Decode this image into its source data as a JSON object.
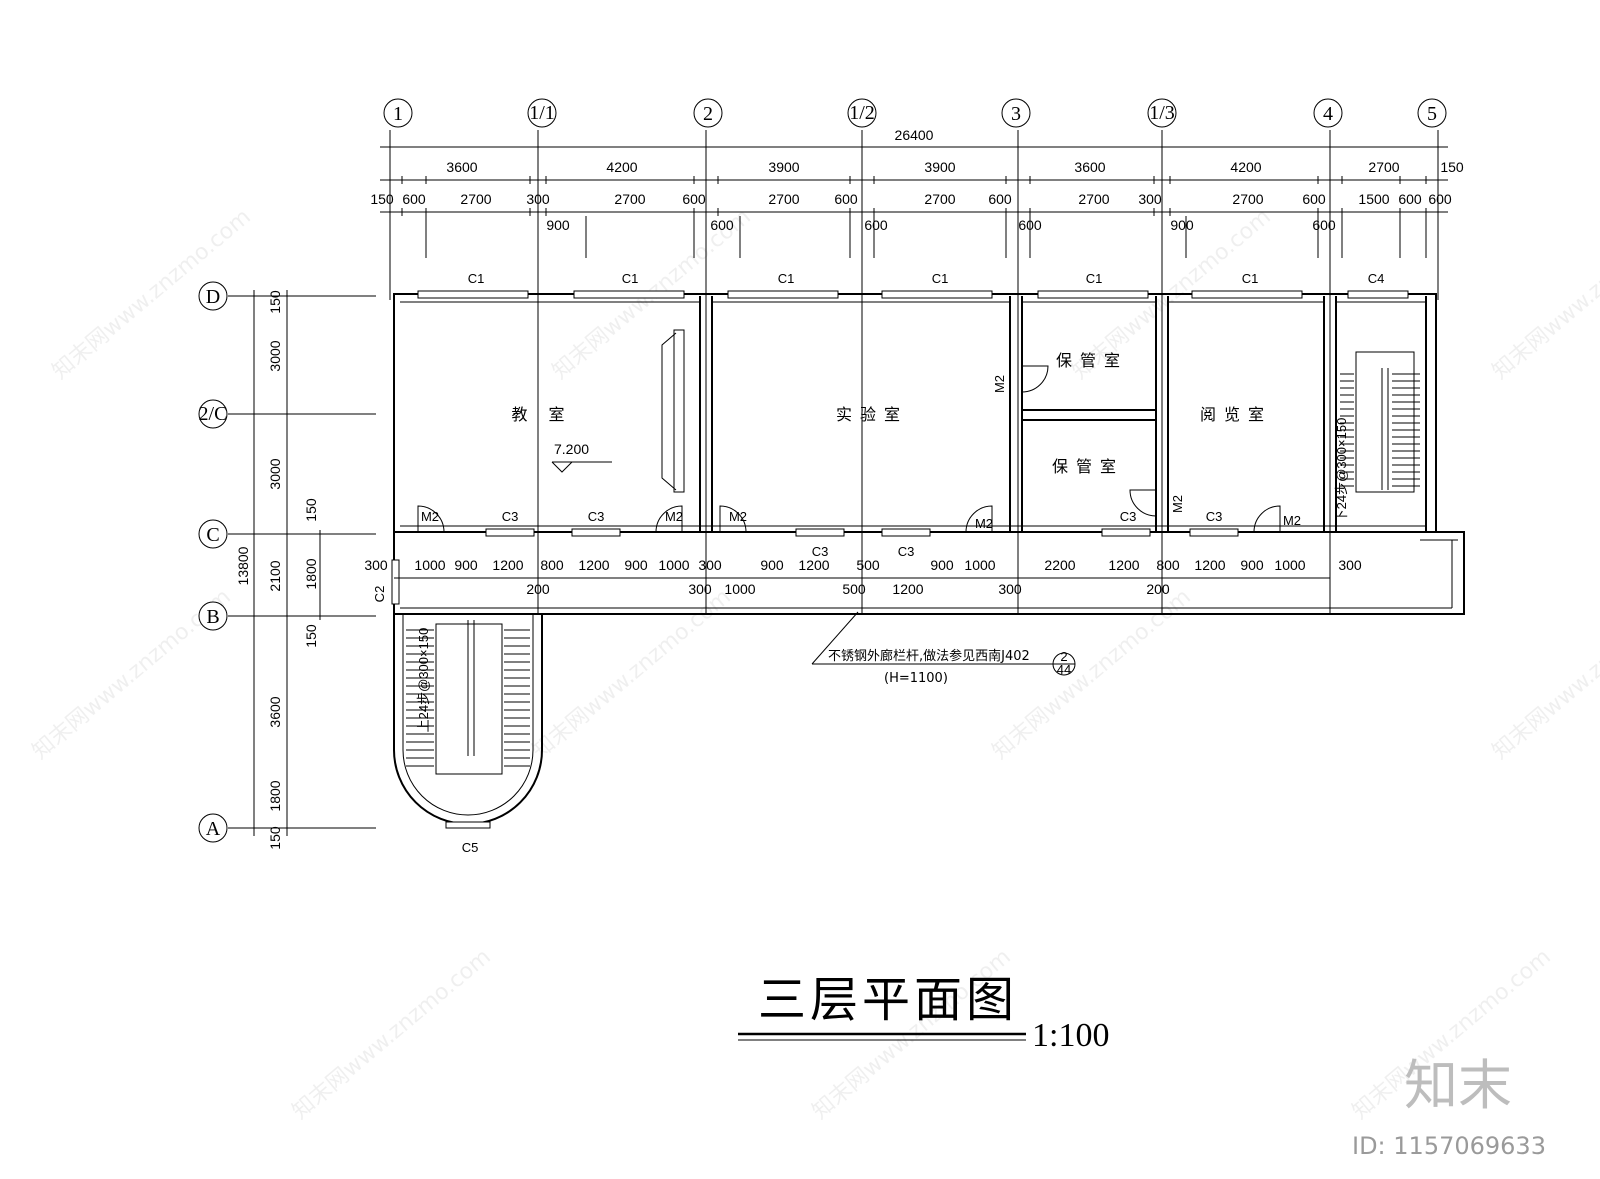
{
  "axes": {
    "horizontal": [
      "1",
      "1/1",
      "2",
      "1/2",
      "3",
      "1/3",
      "4",
      "5"
    ],
    "vertical": [
      "D",
      "2/C",
      "C",
      "B",
      "A"
    ]
  },
  "dims_top": {
    "total": "26400",
    "row1": [
      "3600",
      "4200",
      "3900",
      "3900",
      "3600",
      "4200",
      "2700",
      "150"
    ],
    "row2": [
      "150",
      "600",
      "2700",
      "300",
      "2700",
      "600",
      "2700",
      "600",
      "2700",
      "600",
      "2700",
      "300",
      "2700",
      "600",
      "1500",
      "600",
      "600"
    ],
    "row3": [
      "900",
      "600",
      "600",
      "600",
      "900",
      "600"
    ]
  },
  "dims_left": {
    "total": "13800",
    "outer": [
      "3000",
      "3000",
      "2100",
      "3600",
      "1800"
    ],
    "inner": [
      "150",
      "150",
      "1800",
      "150",
      "150"
    ]
  },
  "dims_corridor": {
    "row1": [
      "300",
      "1000",
      "900",
      "1200",
      "800",
      "1200",
      "900",
      "1000",
      "300",
      "900",
      "1200",
      "500",
      "900",
      "1000",
      "2200",
      "1200",
      "800",
      "1200",
      "900",
      "1000",
      "300"
    ],
    "row1_sub": [
      "C3",
      "C3"
    ],
    "row2": [
      "200",
      "300",
      "1000",
      "500",
      "1200",
      "300",
      "200"
    ]
  },
  "windows": {
    "c1": "C1",
    "c2": "C2",
    "c3": "C3",
    "c4": "C4",
    "c5": "C5"
  },
  "doors": {
    "m2": "M2"
  },
  "rooms": {
    "classroom": "教 室",
    "lab": "实验室",
    "storage_1": "保管室",
    "storage_2": "保管室",
    "reading": "阅览室"
  },
  "elevation": "7.200",
  "stairs": {
    "left": "上24步@300×150",
    "right": "下24步@300×150"
  },
  "note": {
    "line1": "不锈钢外廊栏杆,做法参见西南J402",
    "line2": "(H=1100)",
    "ref_top": "2",
    "ref_bottom": "44"
  },
  "title": "三层平面图",
  "scale": "1:100",
  "watermark": {
    "text": "知末网www.znzmo.com",
    "logo": "知末",
    "id": "ID: 1157069633"
  }
}
